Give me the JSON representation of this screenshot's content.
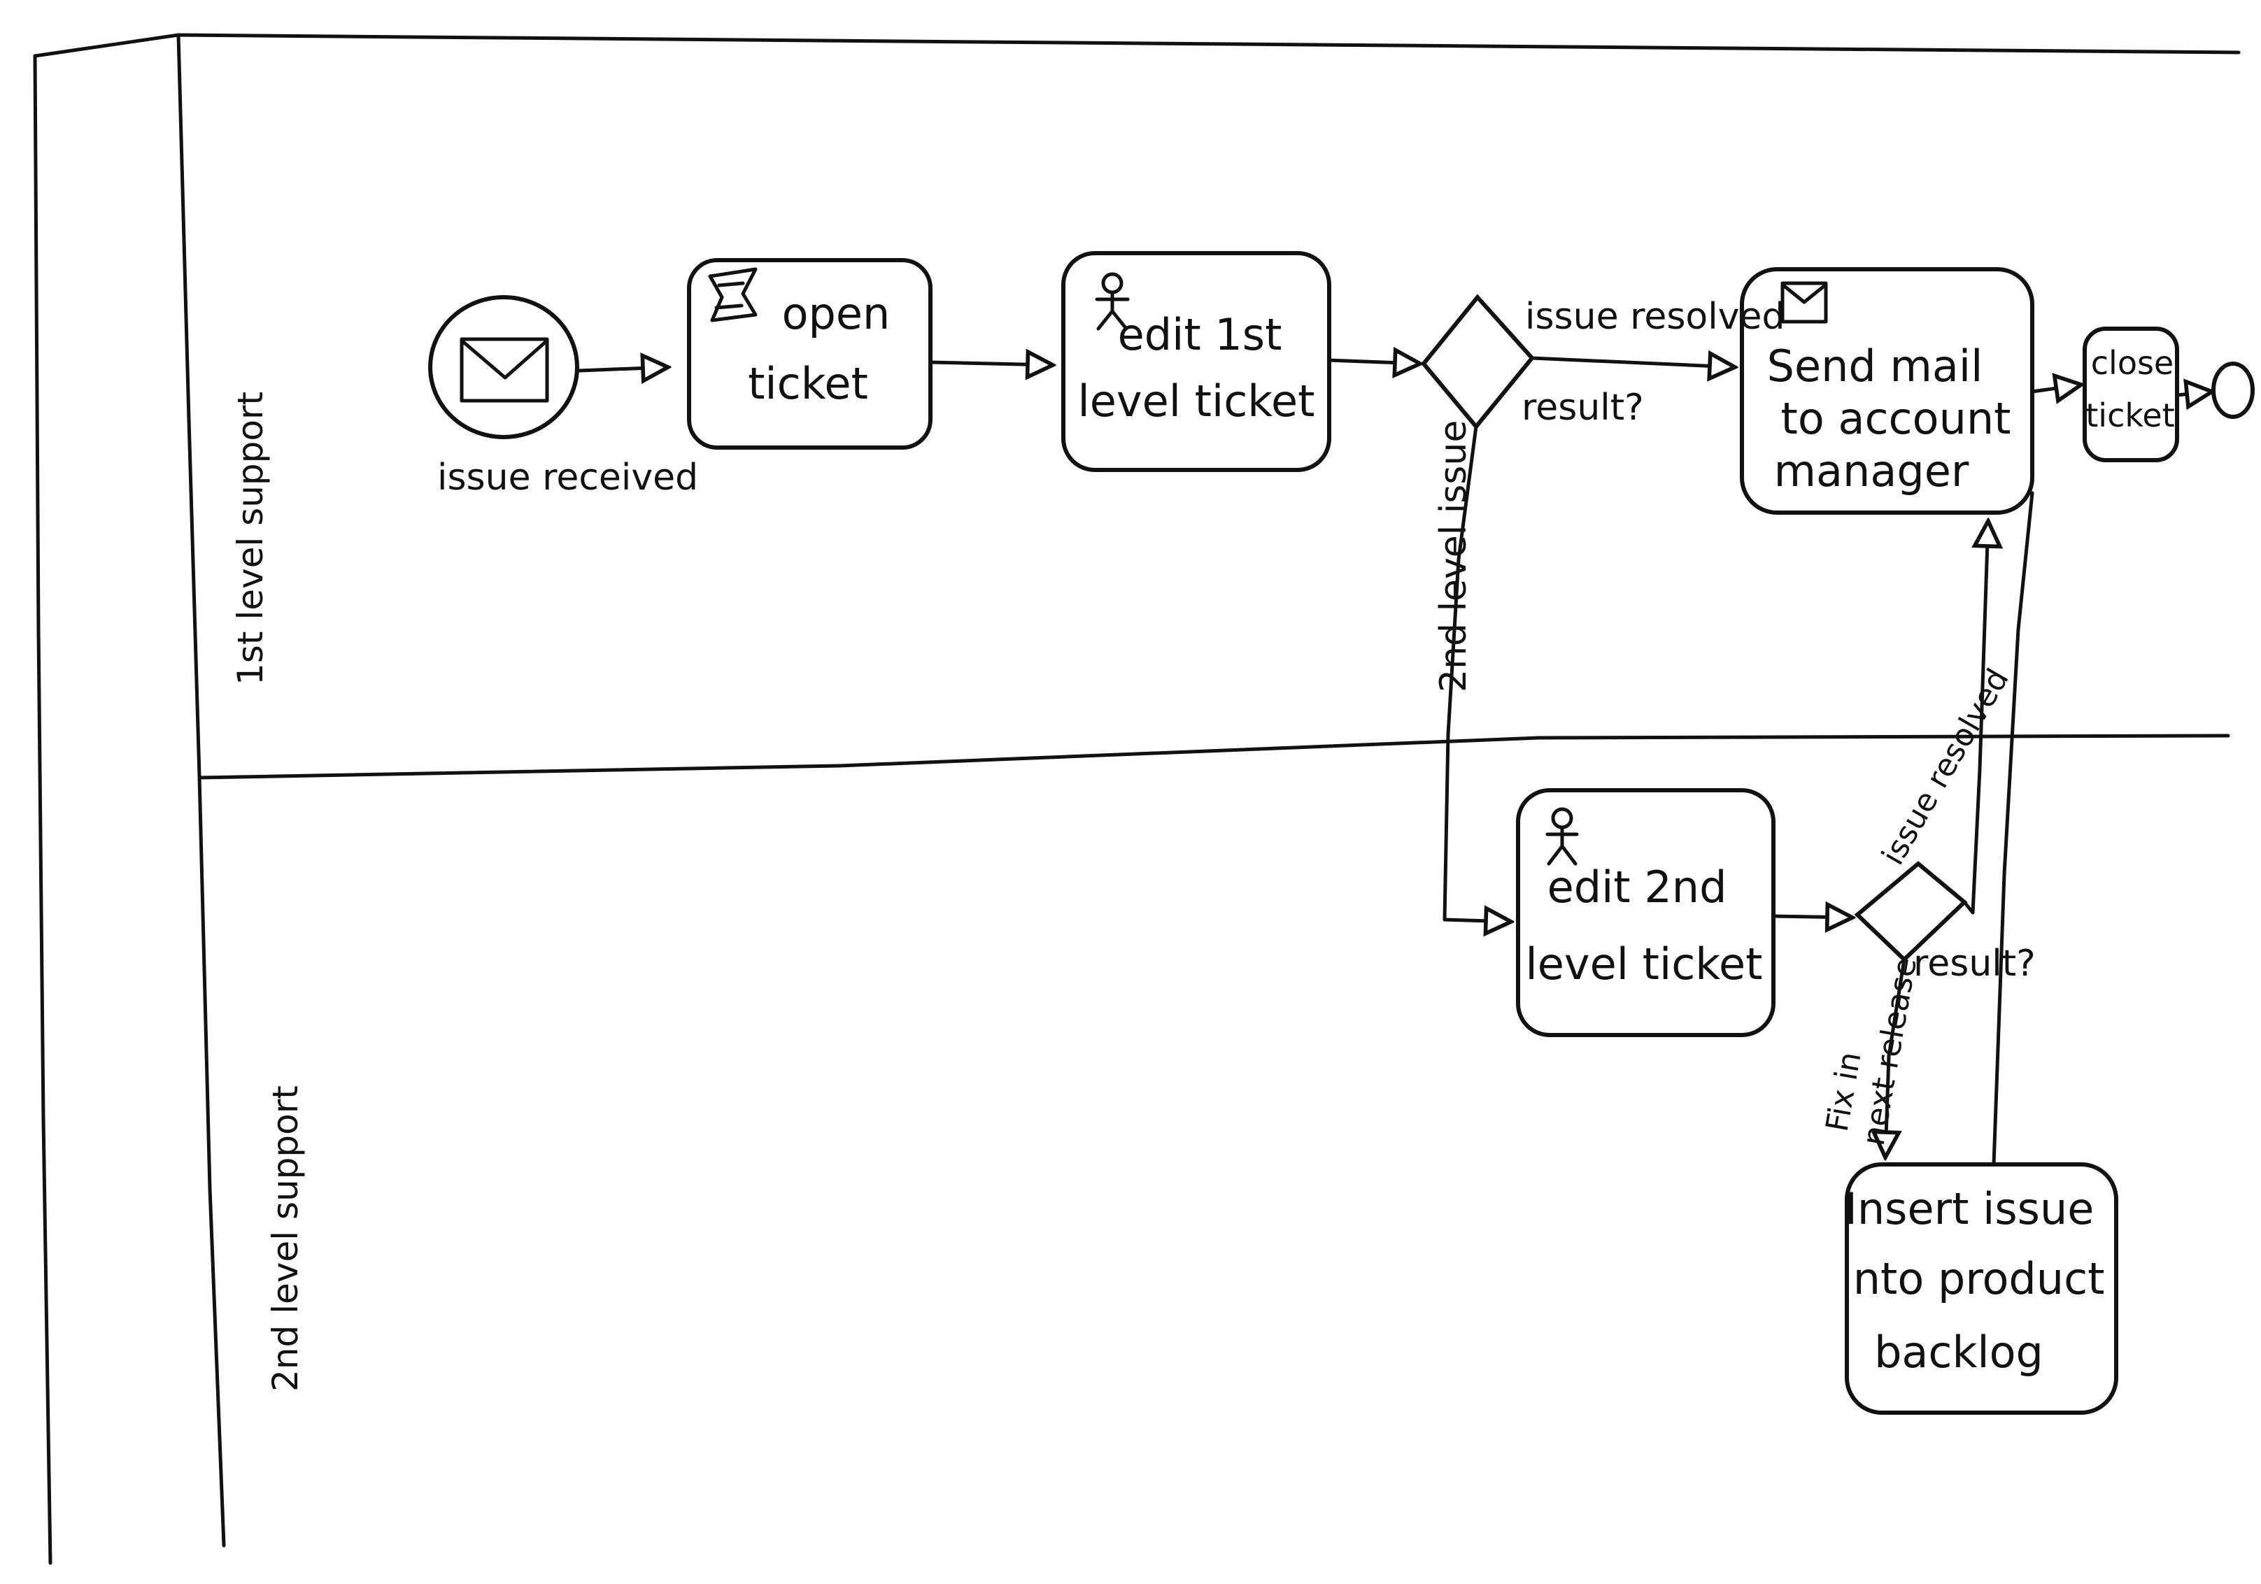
{
  "lanes": {
    "first": "1st level support",
    "second": "2nd level support"
  },
  "events": {
    "start_label": "issue received"
  },
  "tasks": {
    "open_ticket": [
      "open",
      "ticket"
    ],
    "edit_first": [
      "edit 1st",
      "level ticket"
    ],
    "send_mail": [
      "Send mail",
      "to account",
      "manager"
    ],
    "close_ticket": [
      "close",
      "ticket"
    ],
    "edit_second": [
      "edit 2nd",
      "level ticket"
    ],
    "insert_issue": [
      "Insert issue",
      "into product",
      "backlog"
    ]
  },
  "gateways": {
    "gateway1_label": "result?",
    "gateway2_label": "result?"
  },
  "flows": {
    "issue_resolved_1": "issue resolved",
    "second_level_issue": "2nd level issue",
    "issue_resolved_2": "issue resolved",
    "fix_next_release": [
      "Fix in",
      "next release"
    ]
  },
  "colors": {
    "ink": "#111111",
    "paper": "#ffffff"
  }
}
